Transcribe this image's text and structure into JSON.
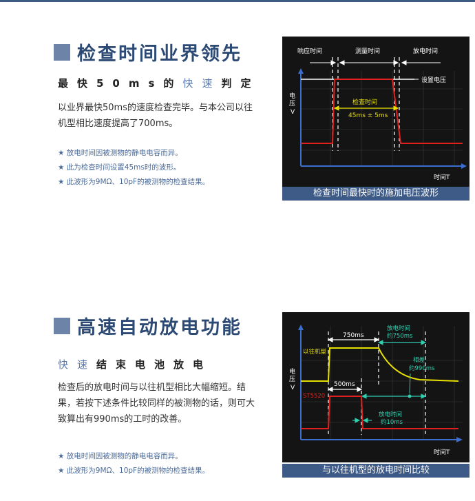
{
  "section1": {
    "title": "检查时间业界领先",
    "subtitle_pre": "最快50ms的",
    "subtitle_hl": "快速",
    "subtitle_post": "判定",
    "body": "以业界最快50ms的速度检查完毕。与本公司以往机型相比速度提高了700ms。",
    "notes": [
      "放电时间因被测物的静电电容而异。",
      "此为检查时间设置45ms时的波形。",
      "此波形为9MΩ、10pF的被测物的检查结果。"
    ],
    "chart": {
      "label_response": "响应时间",
      "label_measure": "测量时间",
      "label_discharge": "放电时间",
      "label_setv": "设置电压",
      "label_check": "检查时间",
      "label_check_value": "45ms ± 5ms",
      "ylabel_1": "电",
      "ylabel_2": "压",
      "ylabel_3": "V",
      "xlabel": "时间T"
    },
    "caption": "检查时间最快时的施加电压波形"
  },
  "section2": {
    "title": "高速自动放电功能",
    "subtitle_hl": "快速",
    "subtitle_post": "结束电池放电",
    "body": "检查后的放电时间与以往机型相比大幅缩短。结果，若按下述条件比较同样的被测物的话，则可大致算出有990ms的工时的改善。",
    "notes": [
      "放电时间因被测物的静电电容而异。",
      "此波形为9MΩ、10pF的被测物的检查结果。"
    ],
    "chart": {
      "label_750": "750ms",
      "label_old_dis_1": "放电时间",
      "label_old_dis_2": "约750ms",
      "label_old_model": "以往机型",
      "label_diff_1": "相差",
      "label_diff_2": "约990ms",
      "label_500": "500ms",
      "label_new_model": "ST5520",
      "label_new_dis_1": "放电时间",
      "label_new_dis_2": "约10ms",
      "ylabel_1": "电",
      "ylabel_2": "压",
      "ylabel_3": "V",
      "xlabel": "时间T"
    },
    "caption": "与以往机型的放电时间比较"
  },
  "colors": {
    "title": "#2d4a74",
    "accent": "#5b7bb0",
    "panel_bg": "#141414",
    "caption_bg": "#3e5a87",
    "trace_red": "#e0201e",
    "trace_yellow": "#e8e000",
    "annot_cyan": "#2fcfb0",
    "axis_blue": "#3a6fd0"
  }
}
